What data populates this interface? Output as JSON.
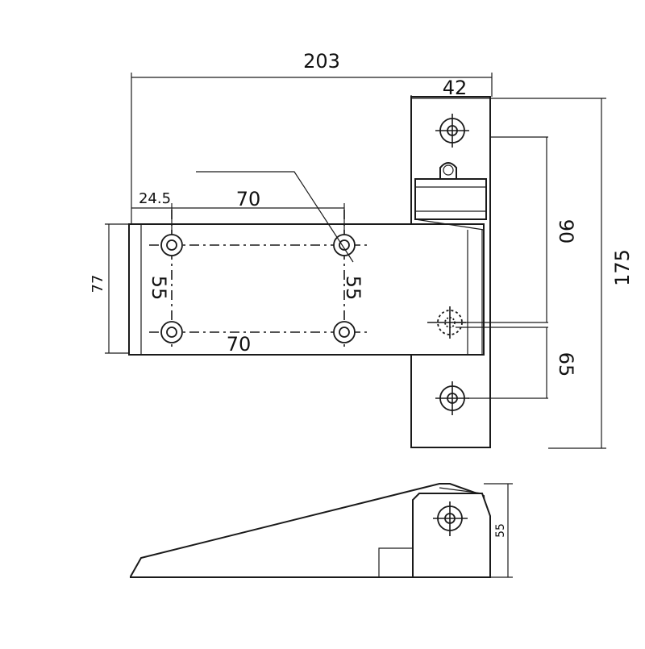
{
  "dimensions": {
    "overall_width": "203",
    "plate_width": "42",
    "overall_height": "175",
    "upper_hole_to_pivot": "90",
    "pivot_to_lower_hole": "65",
    "left_offset": "24.5",
    "hole_spacing_top": "70",
    "hole_spacing_bottom": "70",
    "hole_spacing_left": "55",
    "hole_spacing_right": "55",
    "arm_height": "77",
    "side_view_height": "55"
  }
}
